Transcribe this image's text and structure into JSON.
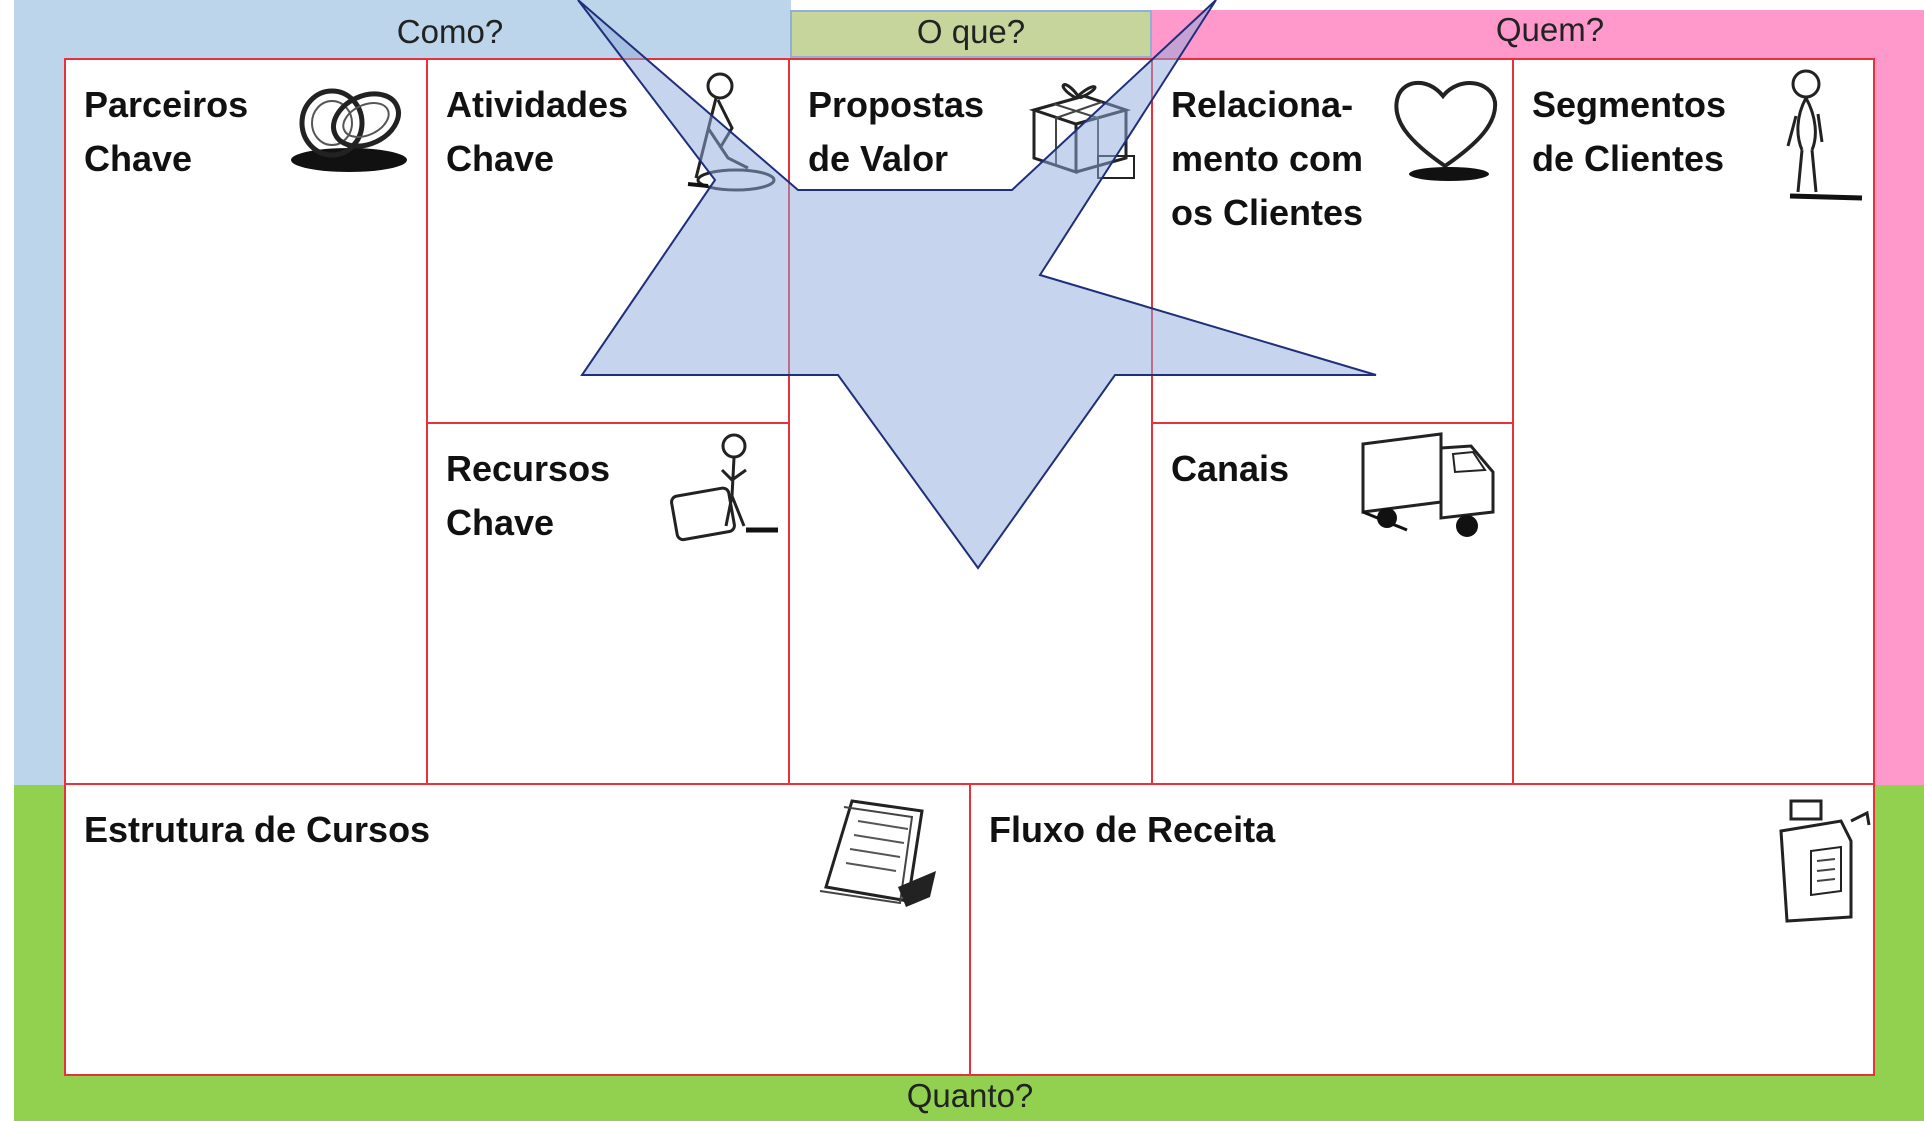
{
  "headers": {
    "como": "Como?",
    "oque": "O que?",
    "quem": "Quem?",
    "quanto": "Quanto?"
  },
  "cells": {
    "parceiros": "Parceiros\nChave",
    "atividades": "Atividades\nChave",
    "recursos": "Recursos\nChave",
    "propostas": "Propostas\nde Valor",
    "relacionamento": "Relaciona-\nmento com\nos Clientes",
    "canais": "Canais",
    "segmentos": "Segmentos\nde Clientes",
    "estrutura": "Estrutura de Cursos",
    "fluxo": "Fluxo de Receita"
  },
  "icons": {
    "parceiros": "linked-rings-icon",
    "atividades": "person-working-icon",
    "recursos": "person-with-box-icon",
    "propostas": "gift-box-icon",
    "relacionamento": "heart-icon",
    "canais": "truck-icon",
    "segmentos": "standing-person-icon",
    "estrutura": "document-stack-icon",
    "fluxo": "cash-register-icon"
  },
  "colors": {
    "como_bg": "#bcd5ea",
    "oque_bg": "#c6d59c",
    "quem_bg": "#ff99cc",
    "quanto_bg": "#92d050",
    "cell_border": "#e8313a",
    "star_fill": "#8eaadb"
  }
}
